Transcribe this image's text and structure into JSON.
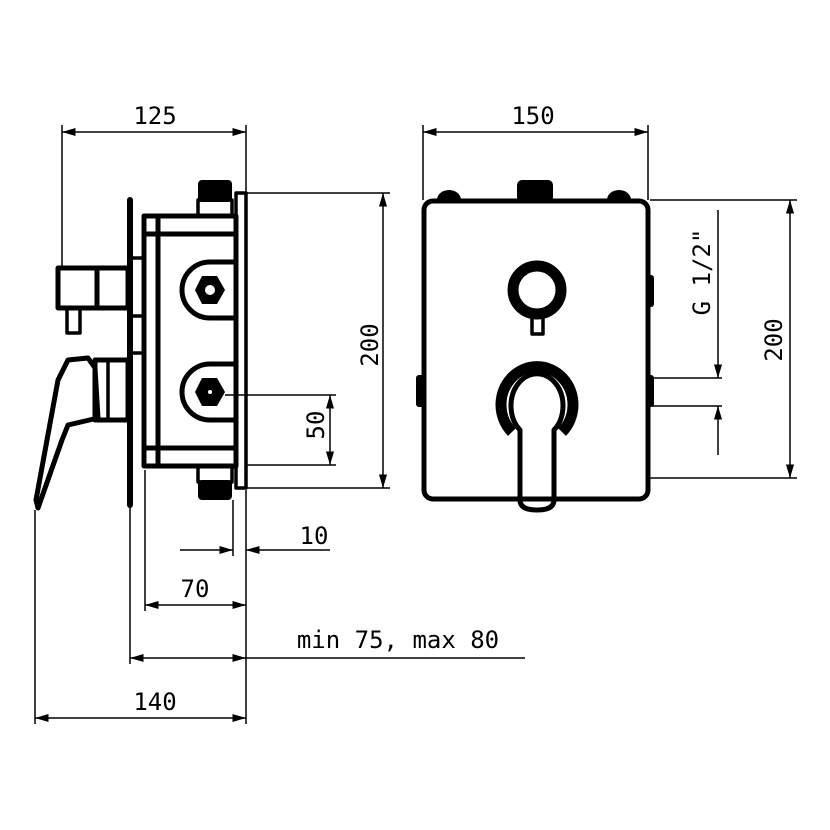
{
  "dimensions": {
    "side_depth_top": "125",
    "front_width": "150",
    "side_height": "200",
    "front_height": "200",
    "outlet_spacing": "50",
    "offset_small": "10",
    "box_depth": "70",
    "install_range": "min 75, max 80",
    "total_depth": "140",
    "thread": "G 1/2\""
  },
  "colors": {
    "ink": "#000000",
    "paper": "#ffffff"
  }
}
